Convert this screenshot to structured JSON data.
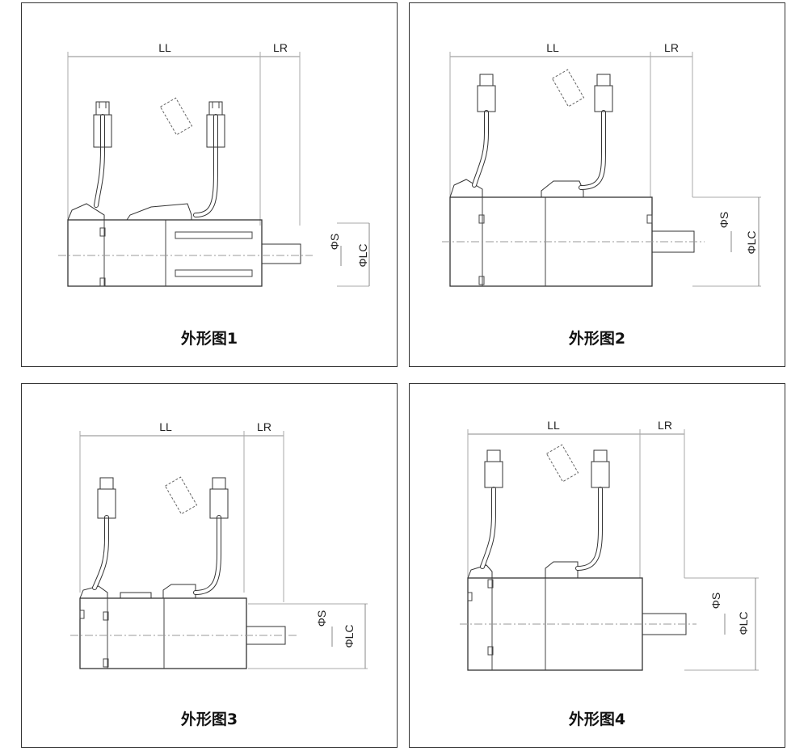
{
  "labels": {
    "ll": "LL",
    "lr": "LR",
    "phi_s": "ΦS",
    "phi_lc": "ΦLC"
  },
  "figures": [
    {
      "caption": "外形图1"
    },
    {
      "caption": "外形图2"
    },
    {
      "caption": "外形图3"
    },
    {
      "caption": "外形图4"
    }
  ]
}
